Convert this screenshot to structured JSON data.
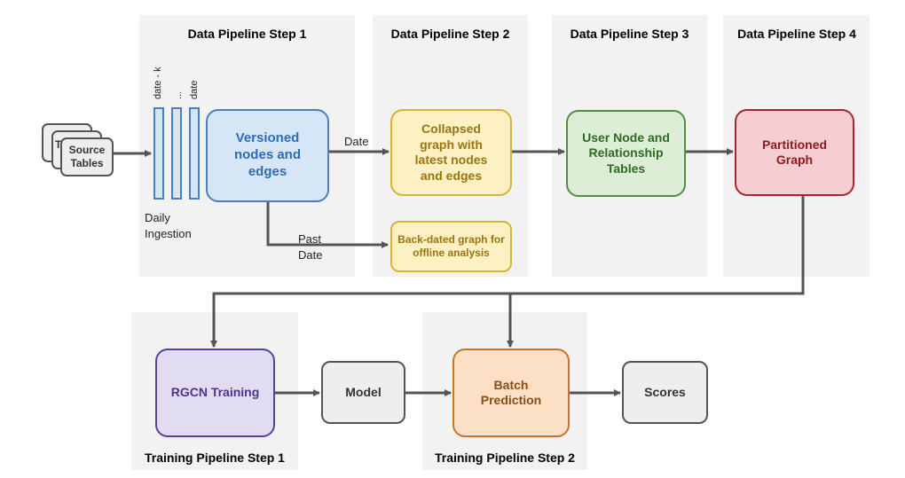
{
  "steps": {
    "data1": "Data Pipeline Step 1",
    "data2": "Data Pipeline Step 2",
    "data3": "Data Pipeline Step 3",
    "data4": "Data Pipeline Step 4",
    "train1": "Training Pipeline Step 1",
    "train2": "Training Pipeline Step 2"
  },
  "nodes": {
    "source_stack_partial_1": "T",
    "source_stack_partial_2": "T",
    "source_tables": "Source Tables",
    "versioned": "Versioned nodes and edges",
    "collapsed": "Collapsed graph with latest nodes and edges",
    "backdated": "Back-dated graph for offline analysis",
    "user_node": "User Node and Relationship Tables",
    "partitioned": "Partitioned Graph",
    "rgcn": "RGCN Training",
    "model": "Model",
    "batch": "Batch Prediction",
    "scores": "Scores"
  },
  "labels": {
    "daily_ingestion": "Daily Ingestion",
    "date_k": "date - k",
    "ellipsis": "...",
    "date": "date",
    "edge_date": "Date",
    "edge_past_date_1": "Past",
    "edge_past_date_2": "Date"
  },
  "colors": {
    "panel": "#f2f2f2",
    "blue_fill": "#d7e6f6",
    "blue_border": "#4a7fc1",
    "blue_text": "#2e6db4",
    "yellow_fill": "#fdf0c2",
    "yellow_border": "#d8b23a",
    "yellow_text": "#9a7410",
    "green_fill": "#dcefd6",
    "green_border": "#4f8f3d",
    "green_text": "#2f6a24",
    "red_fill": "#f6cdd0",
    "red_border": "#a8262e",
    "red_text": "#8c1c22",
    "purple_fill": "#e2dcf1",
    "purple_border": "#5b3f9e",
    "purple_text": "#4a3492",
    "orange_fill": "#fbe0c6",
    "orange_border": "#c8732a",
    "orange_text": "#8a4d14",
    "gray_fill": "#eeeeee",
    "gray_border": "#555555",
    "gray_text": "#333333",
    "arrow": "#555555"
  }
}
